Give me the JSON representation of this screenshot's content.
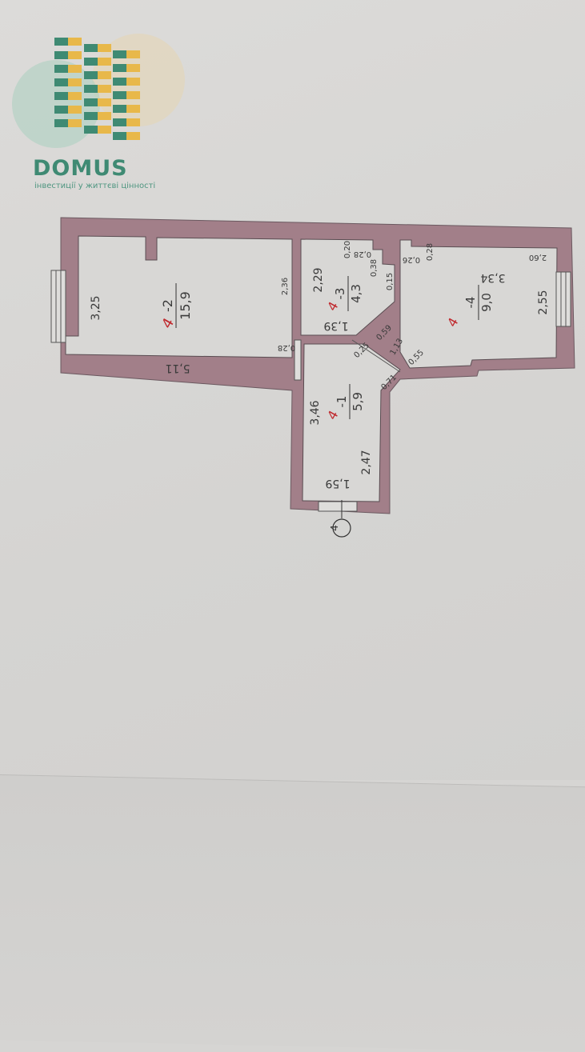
{
  "logo": {
    "brand": "DOMUS",
    "tagline": "інвестиції у життєві цінності"
  },
  "colors": {
    "wall": "#a27f89",
    "room": "#d8d7d5",
    "logo_green": "#3f8a73",
    "logo_yellow": "#e8b84a",
    "marker_red": "#c0282d"
  },
  "rooms": [
    {
      "number": "-2",
      "area": "15,9"
    },
    {
      "number": "-3",
      "area": "4,3"
    },
    {
      "number": "-4",
      "area": "9,0"
    },
    {
      "number": "-1",
      "area": "5,9"
    }
  ],
  "room_marker": "4",
  "dimensions": {
    "r2_width": "3,25",
    "r2_length": "5,11",
    "r2_inner": "2,36",
    "r2_door": "0,28",
    "r3_a": "2,29",
    "r3_b": "1,39",
    "r3_c": "0,20",
    "r3_d": "0,28",
    "r3_e": "0,38",
    "r3_f": "0,15",
    "r4_a": "0,26",
    "r4_b": "0,28",
    "r4_c": "3,34",
    "r4_d": "2,60",
    "r4_e": "2,55",
    "door_a": "0,59",
    "door_b": "1,13",
    "door_c": "0,55",
    "door_d": "0,25",
    "door_e": "0,71",
    "r1_a": "3,46",
    "r1_b": "2,47",
    "r1_c": "1,59"
  },
  "axis_marker": "4"
}
